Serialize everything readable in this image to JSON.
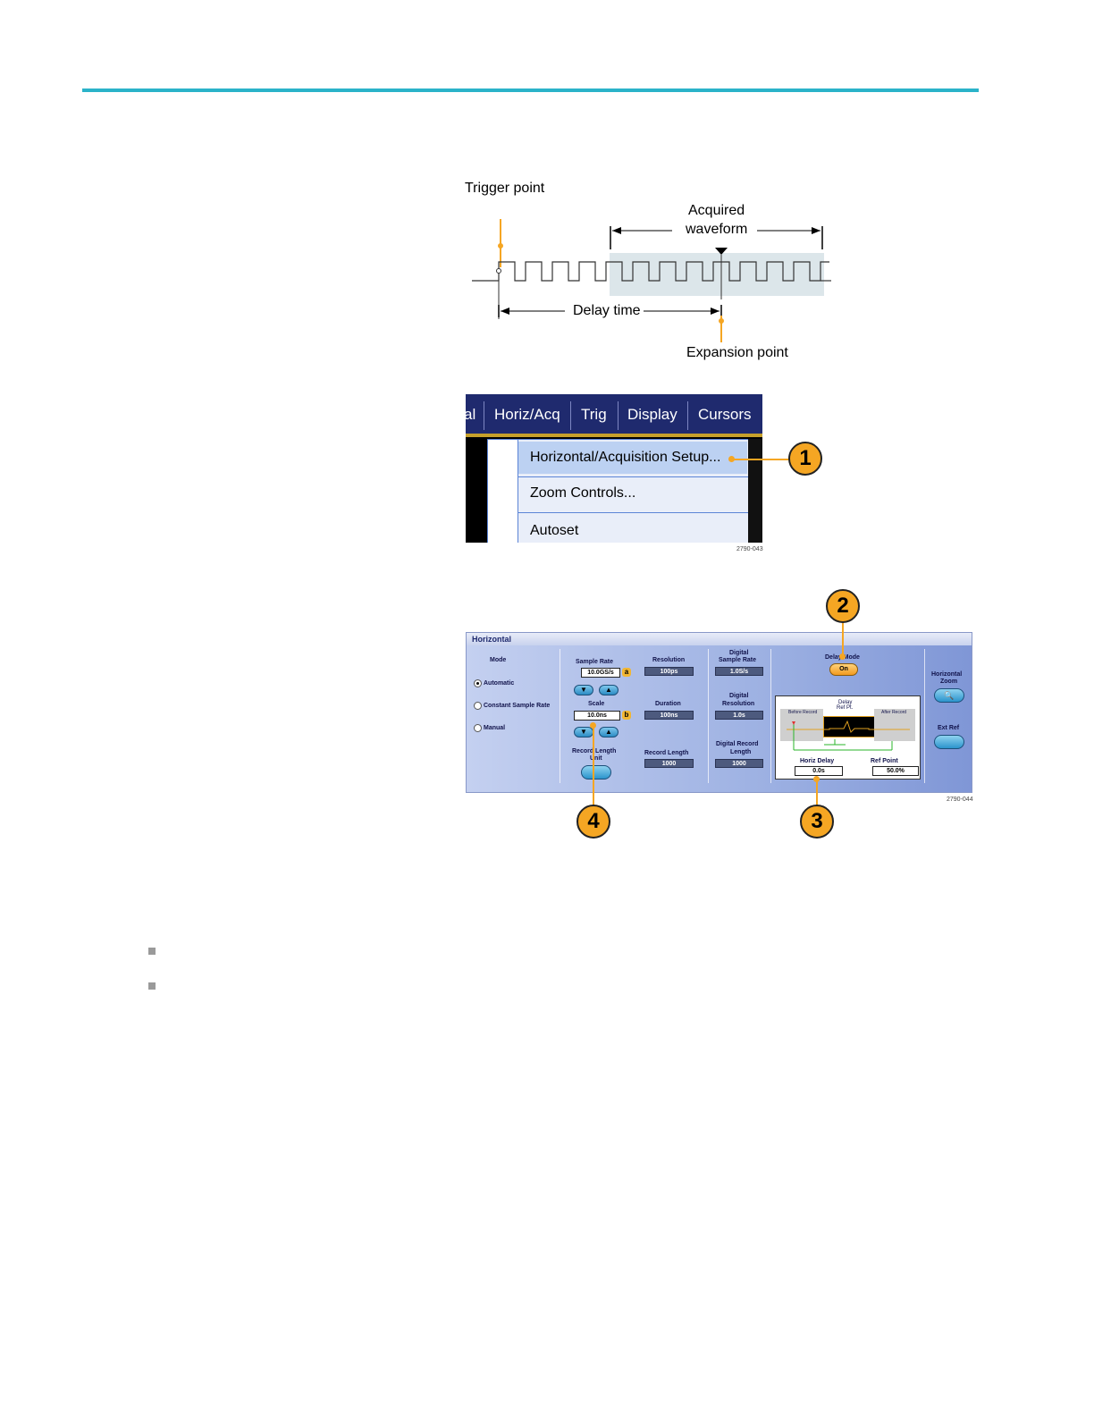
{
  "waveform_diagram": {
    "trigger_label": "Trigger point",
    "acquired_label_1": "Acquired",
    "acquired_label_2": "waveform",
    "delay_label": "Delay time",
    "expansion_label": "Expansion point"
  },
  "menu_screenshot": {
    "menubar_items": [
      "al",
      "Horiz/Acq",
      "Trig",
      "Display",
      "Cursors"
    ],
    "dropdown_items": [
      "Horizontal/Acquisition Setup...",
      "Zoom Controls...",
      "Autoset"
    ],
    "figure_id": "2790-043"
  },
  "horizontal_panel": {
    "title": "Horizontal",
    "mode_label": "Mode",
    "mode_options": [
      "Automatic",
      "Constant Sample Rate",
      "Manual"
    ],
    "sample_rate_label": "Sample Rate",
    "sample_rate_value": "10.0GS/s",
    "badge_a": "a",
    "scale_label": "Scale",
    "scale_value": "10.0ns",
    "badge_b": "b",
    "record_length_unit_label_1": "Record Length",
    "record_length_unit_label_2": "Unit",
    "resolution_label": "Resolution",
    "resolution_value": "100ps",
    "duration_label": "Duration",
    "duration_value": "100ns",
    "record_length_label": "Record Length",
    "record_length_value": "1000",
    "digital_sample_rate_label_1": "Digital",
    "digital_sample_rate_label_2": "Sample Rate",
    "digital_sample_rate_value": "1.0S/s",
    "digital_resolution_label_1": "Digital",
    "digital_resolution_label_2": "Resolution",
    "digital_resolution_value": "1.0s",
    "digital_record_length_label_1": "Digital Record",
    "digital_record_length_label_2": "Length",
    "digital_record_length_value": "1000",
    "delay_mode_label": "Delay Mode",
    "delay_mode_value": "On",
    "delay_ref_label_1": "Delay",
    "delay_ref_label_2": "Ref Pt.",
    "before_record_label": "Before Record",
    "after_record_label": "After Record",
    "horiz_delay_label": "Horiz Delay",
    "horiz_delay_value": "0.0s",
    "ref_point_label": "Ref Point",
    "ref_point_value": "50.0%",
    "horizontal_zoom_label_1": "Horizontal",
    "horizontal_zoom_label_2": "Zoom",
    "ext_ref_label": "Ext Ref",
    "figure_id": "2790-044"
  },
  "callouts": [
    "1",
    "2",
    "3",
    "4"
  ],
  "colors": {
    "rule": "#2bb3c9",
    "callout": "#f5a623",
    "menubar": "#1f2a6e",
    "menu_highlight": "#bcd1f2",
    "acquired_region": "#dce6ea"
  }
}
